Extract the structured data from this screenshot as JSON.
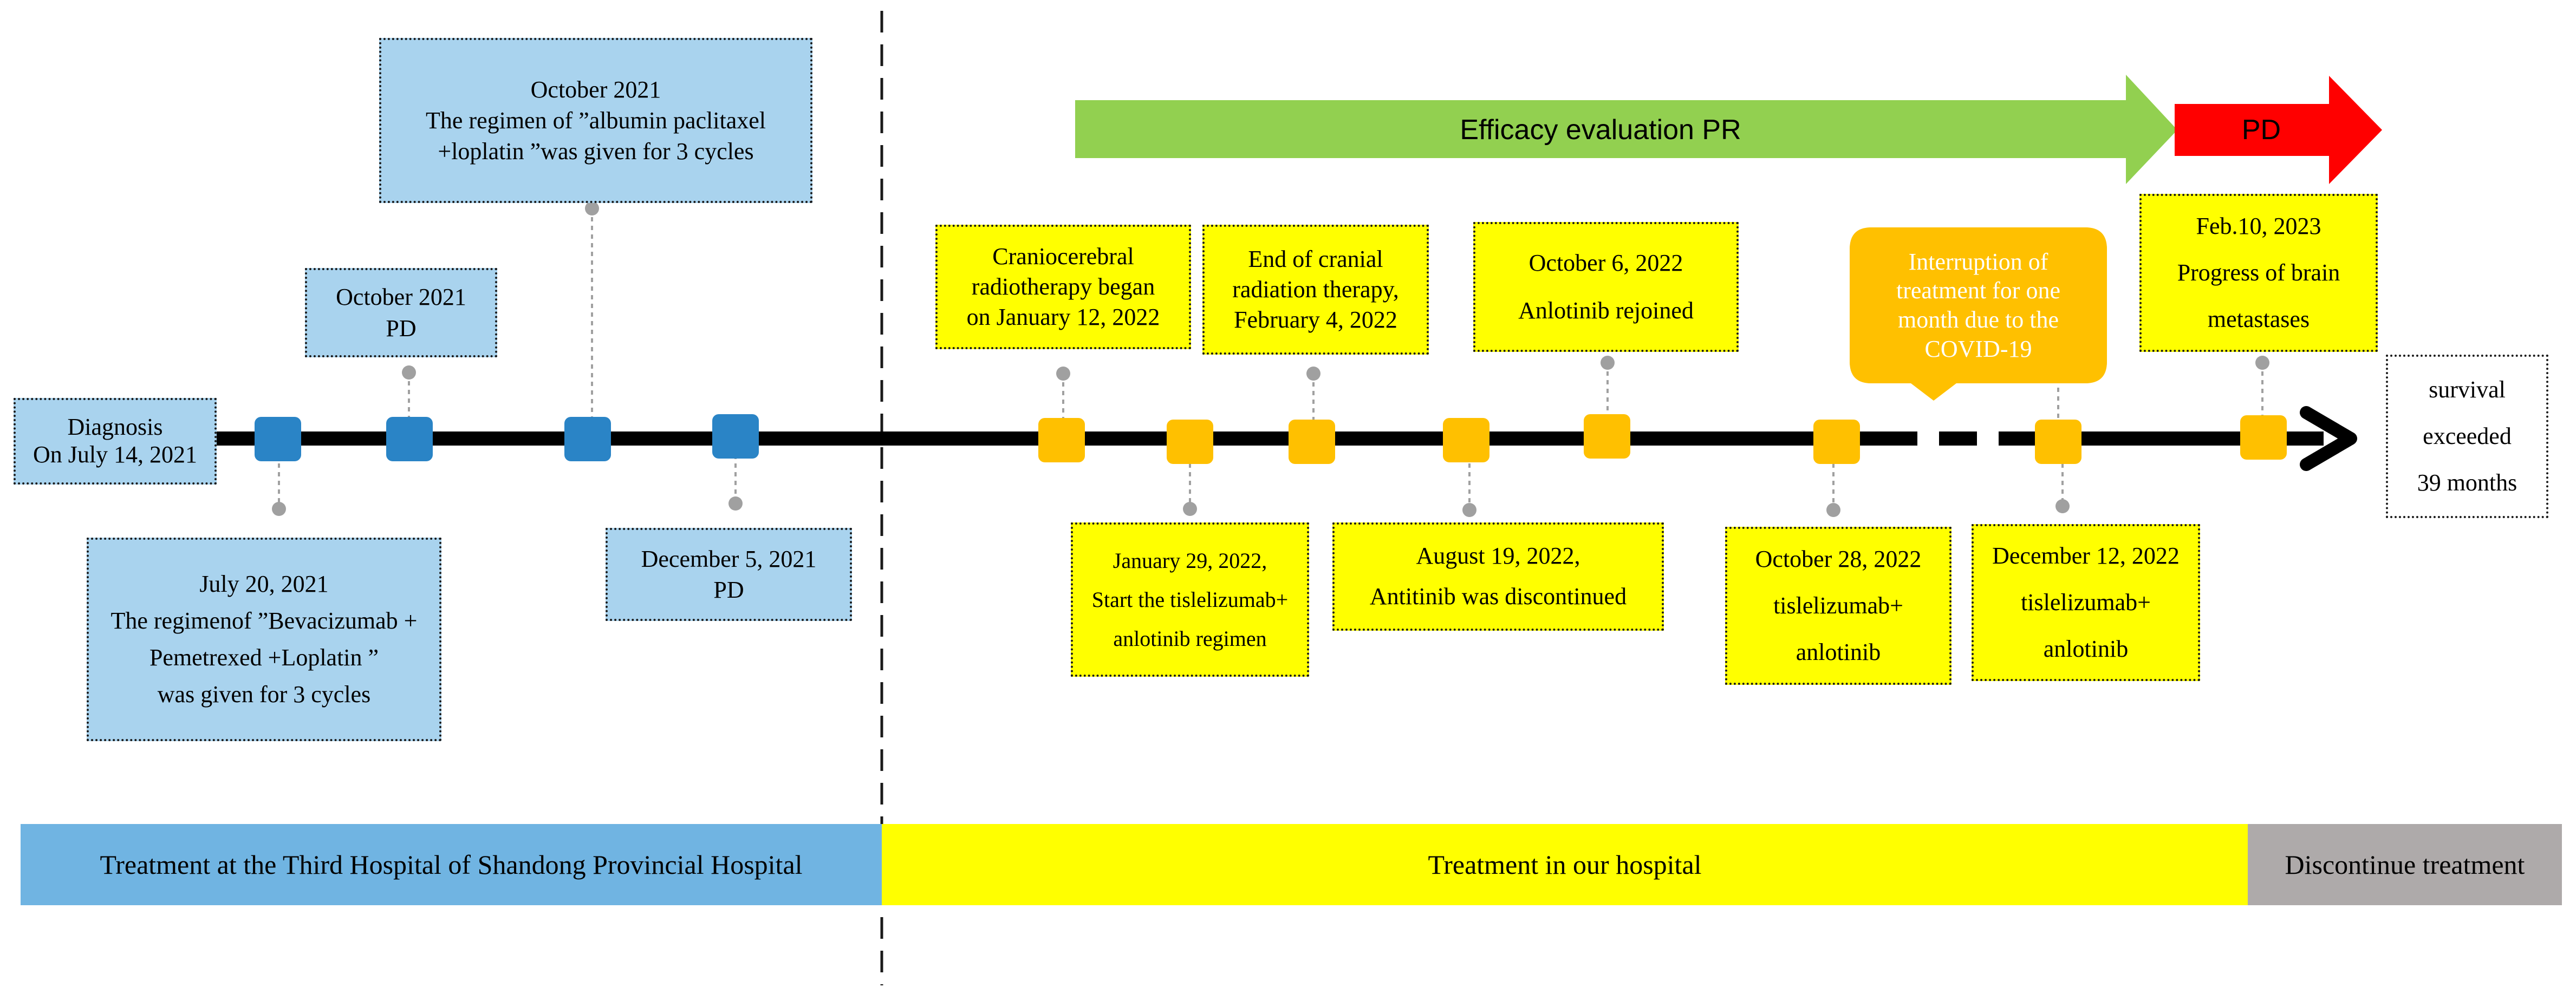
{
  "colors": {
    "early_node": "#2a84c6",
    "late_node": "#ffc000",
    "blue_box": "#a9d3ee",
    "yellow_box": "#ffff00",
    "arrow_green": "#92d050",
    "arrow_red": "#ff0000",
    "band_blue": "#70b4e2",
    "band_yellow": "#ffff00",
    "band_gray": "#aeaaaa"
  },
  "top_arrows": {
    "efficacy": "Efficacy evaluation PR",
    "progression": "PD"
  },
  "events_above": {
    "oct2021_regimen": [
      "October 2021",
      "The regimen of ”albumin paclitaxel",
      "+loplatin ”was given for 3 cycles"
    ],
    "oct2021_pd": [
      "October 2021",
      "PD"
    ],
    "diagnosis": [
      "Diagnosis",
      "On July 14, 2021"
    ],
    "craniocerebral": [
      "Craniocerebral",
      "radiotherapy began",
      "on January 12, 2022"
    ],
    "end_cranial": [
      "End of cranial",
      "radiation therapy,",
      "February 4, 2022"
    ],
    "oct6": [
      "October 6, 2022",
      "Anlotinib rejoined"
    ],
    "covid": [
      "Interruption of",
      "treatment for one",
      "month due to the",
      "COVID-19"
    ],
    "feb10": [
      "Feb.10, 2023",
      "Progress of brain",
      "metastases"
    ]
  },
  "events_below": {
    "jul20": [
      "July 20, 2021",
      "The regimenof ”Bevacizumab +",
      "Pemetrexed +Loplatin ”",
      "was given for 3 cycles"
    ],
    "dec5": [
      "December 5, 2021",
      "PD"
    ],
    "jan29": [
      "January 29, 2022,",
      "Start the tislelizumab+",
      "anlotinib regimen"
    ],
    "aug19": [
      "August 19, 2022,",
      "Antitinib was discontinued"
    ],
    "oct28": [
      "October 28, 2022",
      "tislelizumab+",
      "anlotinib"
    ],
    "dec12": [
      "December 12, 2022",
      "tislelizumab+",
      "anlotinib"
    ]
  },
  "survival": [
    "survival",
    "exceeded",
    "39 months"
  ],
  "bottom_bands": {
    "third_hospital": "Treatment at the Third Hospital of Shandong Provincial Hospital",
    "our_hospital": "Treatment in our hospital",
    "discontinue": "Discontinue treatment"
  }
}
